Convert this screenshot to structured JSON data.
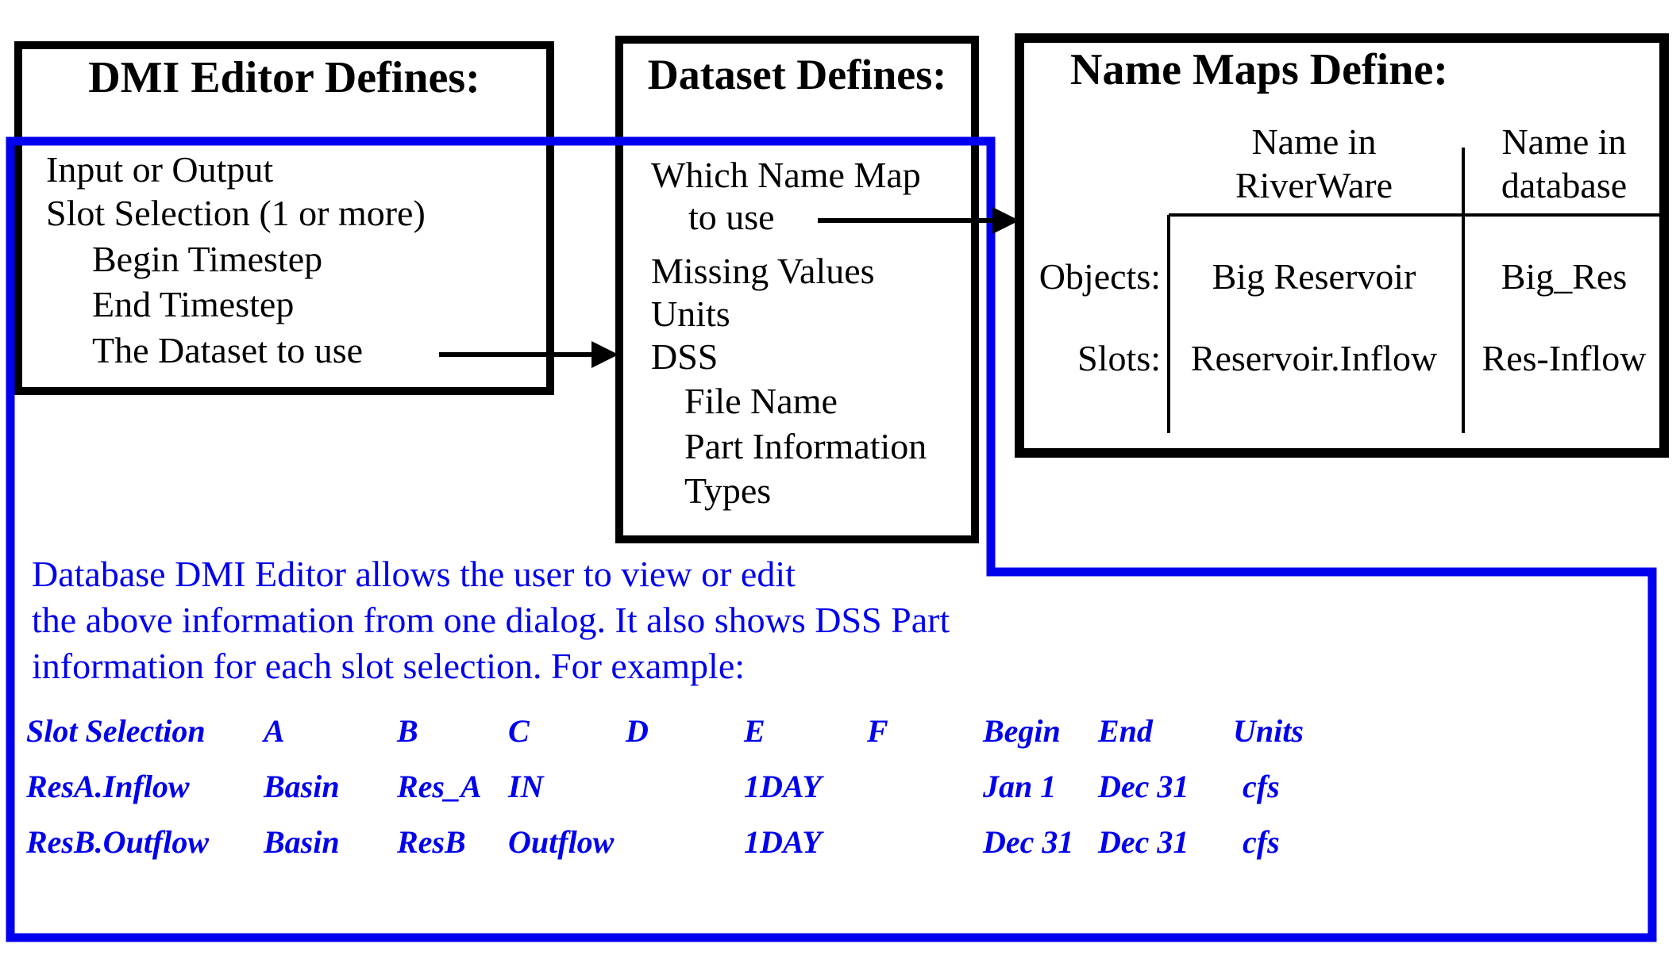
{
  "colors": {
    "accent_blue": "#0000ee",
    "line_black": "#000000",
    "background": "#ffffff"
  },
  "boxes": {
    "dmi_editor": {
      "title": "DMI Editor Defines:",
      "items": [
        "Input or Output",
        "Slot Selection (1 or more)",
        "Begin Timestep",
        "End Timestep",
        "The Dataset to use"
      ]
    },
    "dataset": {
      "title": "Dataset Defines:",
      "items": [
        "Which Name Map",
        "to use",
        "Missing Values",
        "Units",
        "DSS",
        "File Name",
        "Part Information",
        "Types"
      ]
    },
    "name_maps": {
      "title": "Name Maps Define:",
      "columns": [
        {
          "line1": "Name in",
          "line2": "RiverWare"
        },
        {
          "line1": "Name in",
          "line2": "database"
        }
      ],
      "rows": [
        {
          "label": "Objects:",
          "riverware": "Big Reservoir",
          "database": "Big_Res"
        },
        {
          "label": "Slots:",
          "riverware": "Reservoir.Inflow",
          "database": "Res-Inflow"
        }
      ]
    }
  },
  "annotation": {
    "lines": [
      "Database DMI Editor allows the user to view or edit",
      "the above information from one dialog. It also shows DSS Part",
      "information for each slot selection. For example:"
    ]
  },
  "example_table": {
    "headers": [
      "Slot Selection",
      "A",
      "B",
      "C",
      "D",
      "E",
      "F",
      "Begin",
      "End",
      "Units"
    ],
    "rows": [
      {
        "cells": [
          "ResA.Inflow",
          "Basin",
          "Res_A",
          "IN",
          "",
          "1DAY",
          "",
          "Jan 1",
          "Dec 31",
          "cfs"
        ]
      },
      {
        "cells": [
          "ResB.Outflow",
          "Basin",
          "ResB",
          "Outflow",
          "",
          "1DAY",
          "",
          "Dec 31",
          "Dec 31",
          "cfs"
        ]
      }
    ]
  }
}
